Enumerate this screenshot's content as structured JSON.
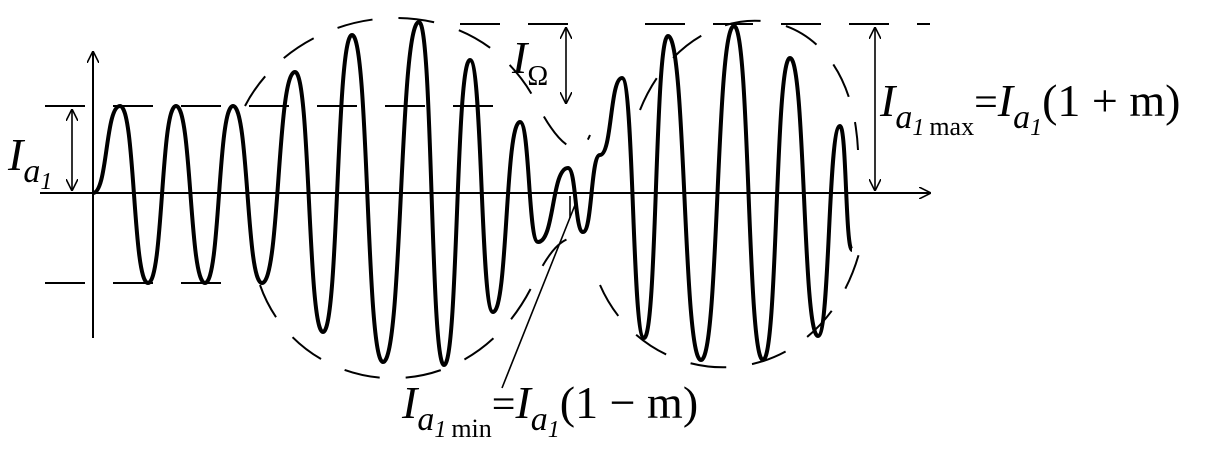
{
  "labels": {
    "carrier_amp": {
      "symbol": "I",
      "sub": "a",
      "subsub": "1"
    },
    "mod_amp": {
      "symbol": "I",
      "sub": "Ω"
    },
    "max_formula": {
      "symbol": "I",
      "sub": "a",
      "subsub": "1",
      "subtag": "max",
      "eq": "=",
      "rhs_symbol": "I",
      "rhs_sub": "a",
      "rhs_subsub": "1",
      "rhs_tail": "(1 + m)"
    },
    "min_formula": {
      "symbol": "I",
      "sub": "a",
      "subsub": "1",
      "subtag": "min",
      "eq": "=",
      "rhs_symbol": "I",
      "rhs_sub": "a",
      "rhs_subsub": "1",
      "rhs_tail": "(1 − m)"
    }
  },
  "colors": {
    "ink": "#000000",
    "background": "#ffffff"
  }
}
